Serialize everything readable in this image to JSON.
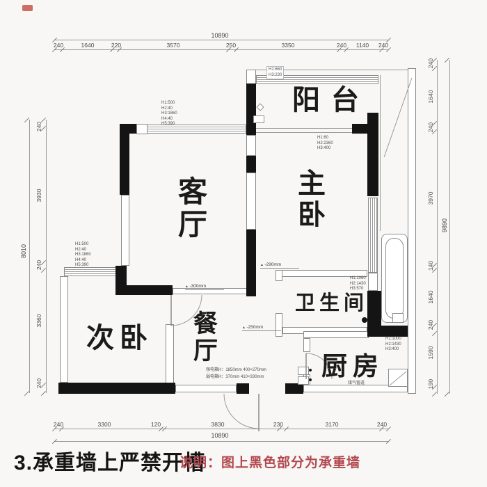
{
  "title": {
    "heading": "3.承重墙上严禁开槽",
    "note": "说明：图上黑色部分为承重墙",
    "note_color": "#b2484e",
    "wall_color": "#141414"
  },
  "rooms": {
    "balcony": "阳台",
    "living": "客厅",
    "master": "主卧",
    "second": "次卧",
    "dining": "餐厅",
    "bathroom": "卫生间",
    "kitchen": "厨房",
    "kitchen_note": "煤气管道"
  },
  "dims": {
    "top": {
      "total": "10890",
      "segments": [
        "240",
        "1640",
        "220",
        "3570",
        "250",
        "3350",
        "240",
        "1140",
        "240"
      ]
    },
    "bottom": {
      "total": "10890",
      "segments": [
        "240",
        "3300",
        "120",
        "3830",
        "230",
        "3170",
        "240"
      ]
    },
    "left": {
      "total": "8010",
      "segments": [
        "240",
        "3930",
        "240",
        "3360",
        "240"
      ]
    },
    "right": {
      "total": "9890",
      "segments": [
        "240",
        "1640",
        "240",
        "3970",
        "140",
        "1640",
        "240",
        "1590",
        "190"
      ]
    }
  },
  "annotations": {
    "living_window": "H1:500\nH2:40\nH3:1860\nH4:40\nH5:390",
    "second_window": "H1:500\nH2:40\nH3:1860\nH4:40\nH5:390",
    "balcony_window": "H1:660\nH3:230",
    "balcony_door": "H1:60\nH2:2360\nH3:400",
    "bath_window": "H1:1060\nH2:1430\nH3:570",
    "kitchen_window": "H1:1000\nH2:1430\nH3:400",
    "power_box": "强电箱H：1850mm 400×270mm",
    "lv_box": "弱电箱H：370mm 410×330mm",
    "level_living": "-300mm",
    "level_master": "-290mm",
    "level_dining": "-250mm"
  }
}
